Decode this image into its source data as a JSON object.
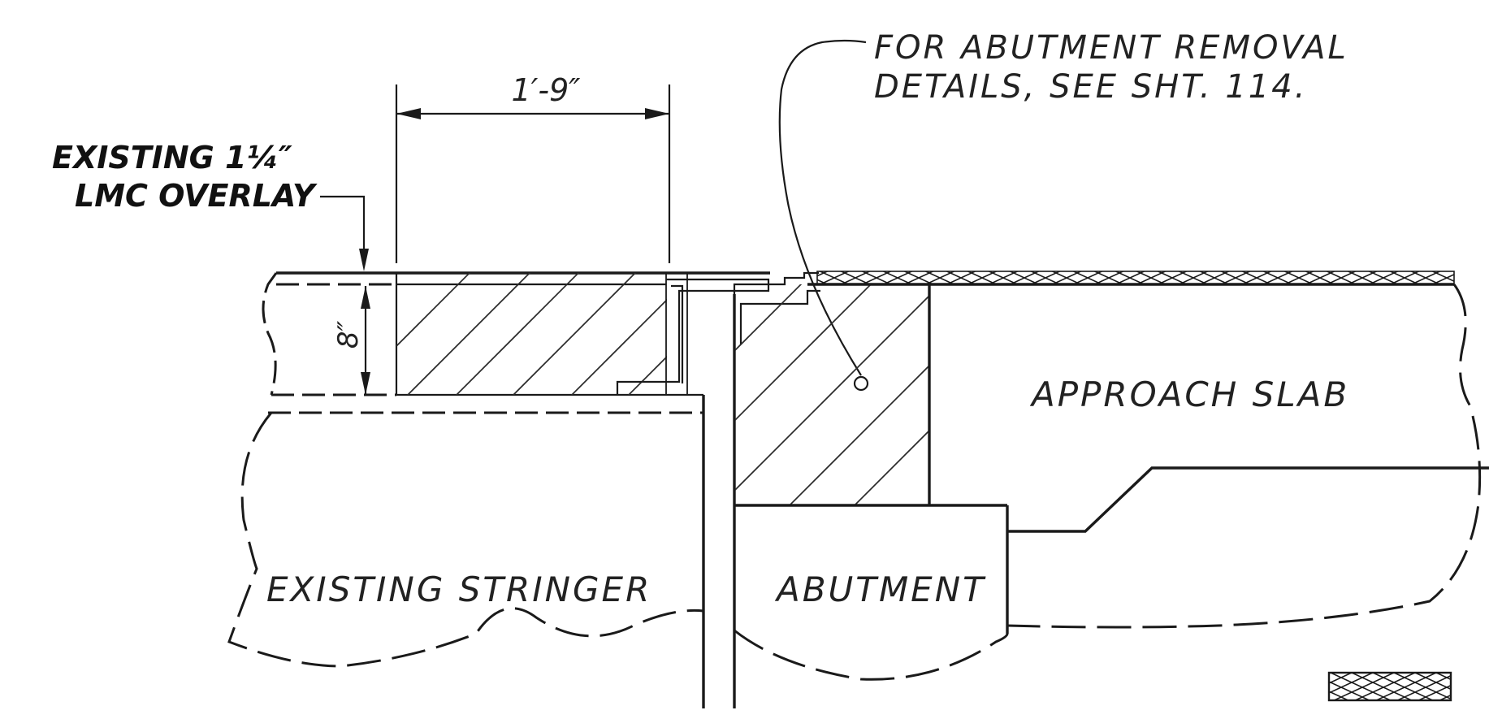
{
  "labels": {
    "dimension_width": "1′-9″",
    "dimension_depth": "8″",
    "overlay_line1": "EXISTING 1¼″",
    "overlay_line2": "LMC OVERLAY",
    "note_line1": "FOR ABUTMENT REMOVAL",
    "note_line2": "DETAILS, SEE SHT. 114.",
    "approach_slab": "APPROACH SLAB",
    "existing_stringer": "EXISTING STRINGER",
    "abutment": "ABUTMENT"
  },
  "legend": {
    "pattern": "crosshatch"
  },
  "colors": {
    "ink": "#1a1a1a",
    "paper": "#ffffff"
  }
}
